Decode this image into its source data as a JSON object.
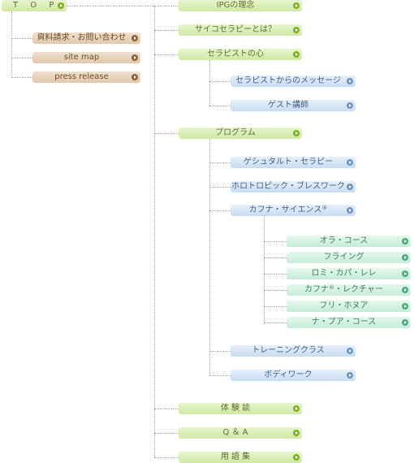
{
  "top": {
    "label": "T O P"
  },
  "sub_links": [
    {
      "label": "資料請求・お問い合わせ"
    },
    {
      "label": "site map"
    },
    {
      "label": "press release"
    }
  ],
  "sections": [
    {
      "label": "IPGの理念"
    },
    {
      "label": "サイコセラピーとは？"
    },
    {
      "label": "セラピストの心"
    },
    {
      "label": "プログラム"
    },
    {
      "label": "体 験 談"
    },
    {
      "label": "Q ＆ A"
    },
    {
      "label": "用 語 集"
    }
  ],
  "therapist_children": [
    {
      "label": "セラピストからのメッセージ"
    },
    {
      "label": "ゲスト講師"
    }
  ],
  "program_children": [
    {
      "label": "ゲシュタルト・セラピー"
    },
    {
      "label": "ホロトロピック・ブレスワーク"
    },
    {
      "label": "カフナ・サイエンス",
      "sup": "®"
    },
    {
      "label": "トレーニングクラス"
    },
    {
      "label": "ボディワーク"
    }
  ],
  "kahuna_children": [
    {
      "label": "オラ・コース"
    },
    {
      "label": "フライング"
    },
    {
      "label": "ロミ・カパ・レレ"
    },
    {
      "label": "カフナ",
      "sup": "®",
      "suffix": "・レクチャー"
    },
    {
      "label": "フリ・ホヌア"
    },
    {
      "label": "ナ・プア・コース"
    }
  ],
  "colors": {
    "main_green": "#cfe8a4",
    "tan": "#e0c8aa",
    "blue": "#c8dcf2",
    "mint": "#c5ecd8"
  },
  "icons": {
    "pill_arrow": "arrow-circle-icon"
  }
}
